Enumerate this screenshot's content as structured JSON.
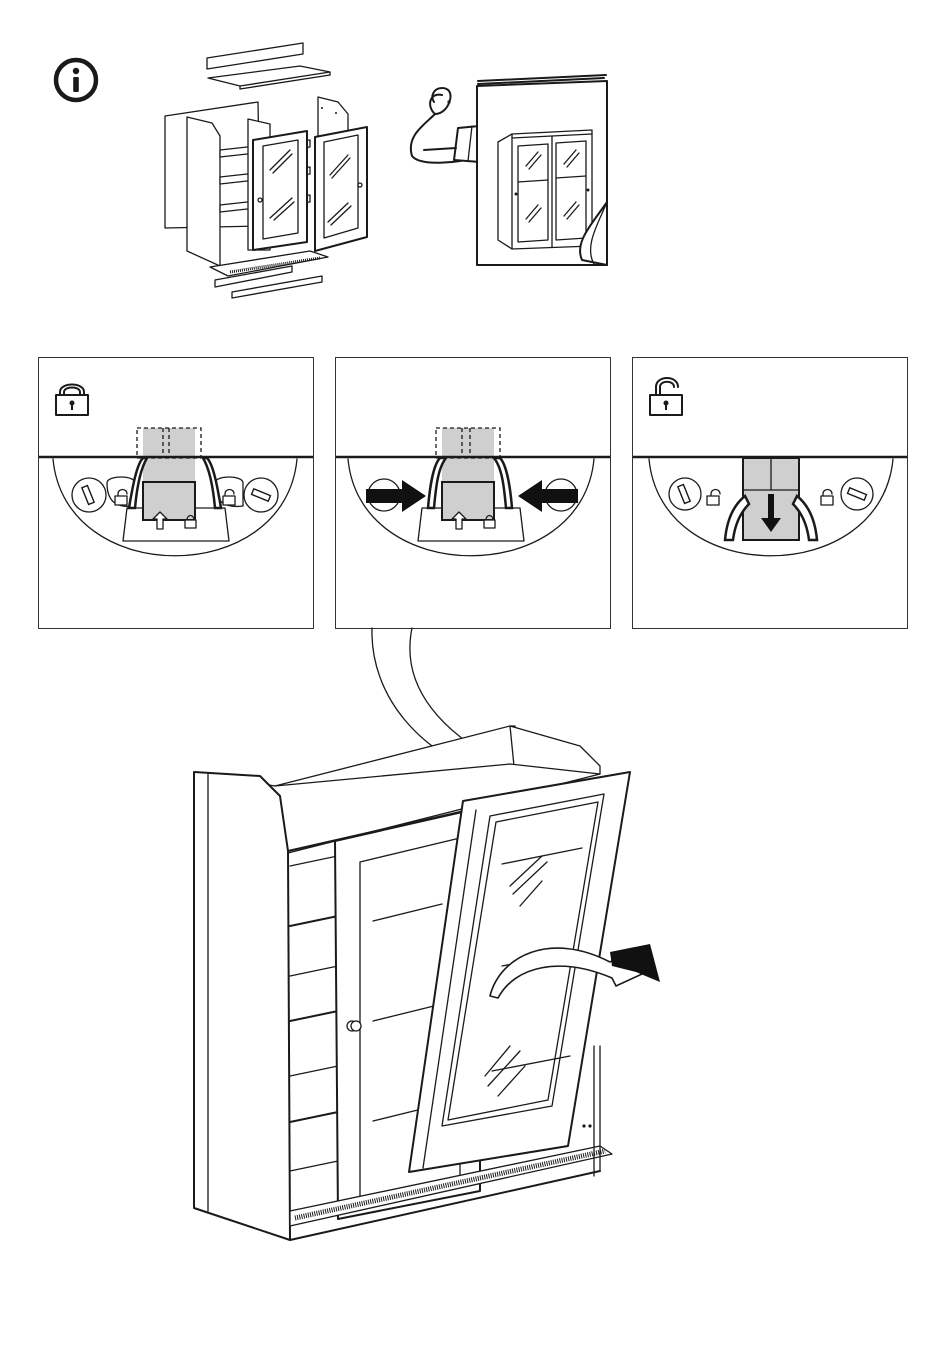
{
  "page": {
    "type": "assembly-instruction-step",
    "background_color": "#ffffff",
    "line_color": "#1a1a1a",
    "highlight_color": "#cfcfcf"
  },
  "info_section": {
    "icon": "info-icon",
    "exploded_view_icon": "cabinet-exploded-parts-icon",
    "reader_icon": "person-reading-manual-icon",
    "manual_icon": "manual-booklet-cabinet-icon"
  },
  "hinge_panels": [
    {
      "state": "locked",
      "icon": "lock-closed-icon",
      "action_icon": "hinge-clip-locked-icon"
    },
    {
      "state": "press",
      "icon": "",
      "action_icon": "press-arrows-icon"
    },
    {
      "state": "unlocked",
      "icon": "lock-open-icon",
      "action_icon": "arrow-down-icon"
    }
  ],
  "main_illustration": {
    "icon": "cabinet-door-removal-icon",
    "action_icon": "curved-arrow-icon"
  }
}
